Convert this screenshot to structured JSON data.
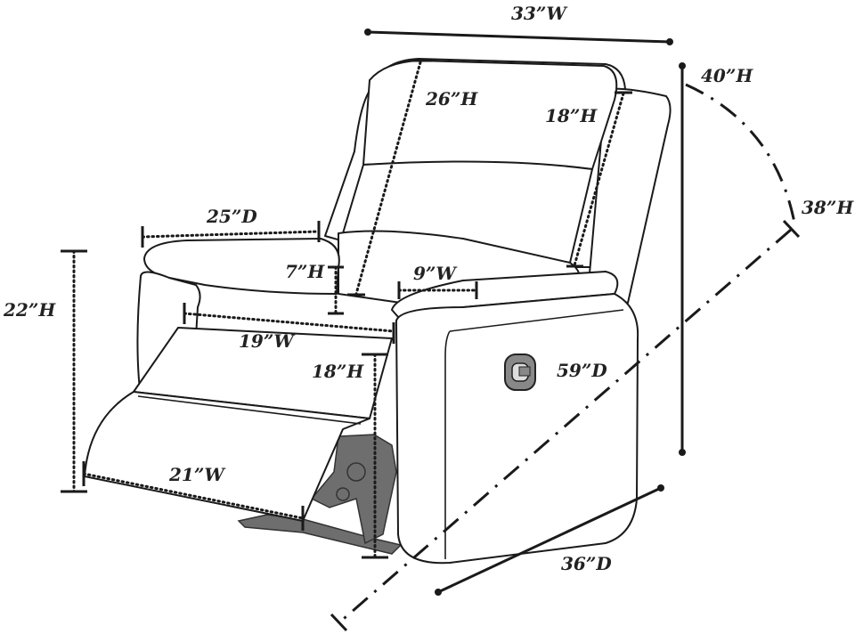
{
  "diagram": {
    "colors": {
      "ink": "#1a1a1a",
      "mechanism": "#6e6e6e",
      "background": "#ffffff"
    },
    "labels": {
      "overall_width": "33”W",
      "overall_height": "40”H",
      "backrest_height": "26”H",
      "arm_back_height": "18”H",
      "reclined_height": "38”H",
      "arm_depth": "25”D",
      "cushion_height": "7”H",
      "arm_width": "9”W",
      "total_height_front": "22”H",
      "seat_width": "19”W",
      "seat_height": "18”H",
      "reclined_depth": "59”D",
      "footrest_width": "21”W",
      "depth": "36”D"
    }
  }
}
